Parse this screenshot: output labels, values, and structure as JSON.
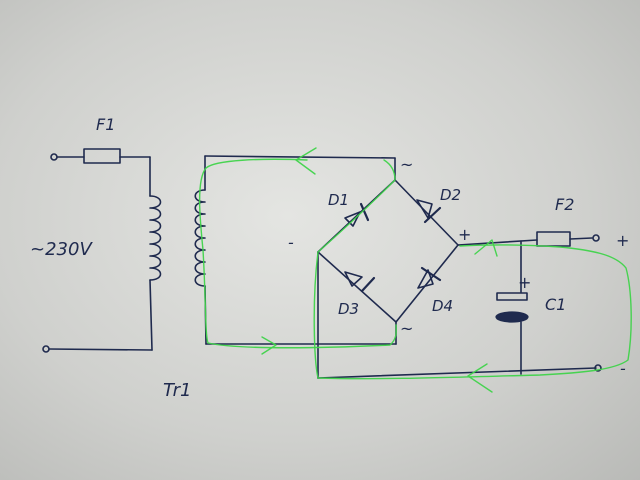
{
  "schematic": {
    "fuse_in": "F1",
    "fuse_out": "F2",
    "mains_voltage": "~230V",
    "transformer": "Tr1",
    "diodes": [
      "D1",
      "D2",
      "D3",
      "D4"
    ],
    "capacitor": "C1",
    "ac_symbol_top": "~",
    "ac_symbol_bottom": "~",
    "minus_symbol": "-",
    "plus_symbol_bridge": "+",
    "plus_symbol_cap": "+",
    "plus_symbol_out": "+",
    "minus_symbol_out": "-"
  },
  "colors": {
    "ink": "#1f2a4e",
    "current_path": "#3fd34a",
    "paper": "#d6d7d4"
  }
}
